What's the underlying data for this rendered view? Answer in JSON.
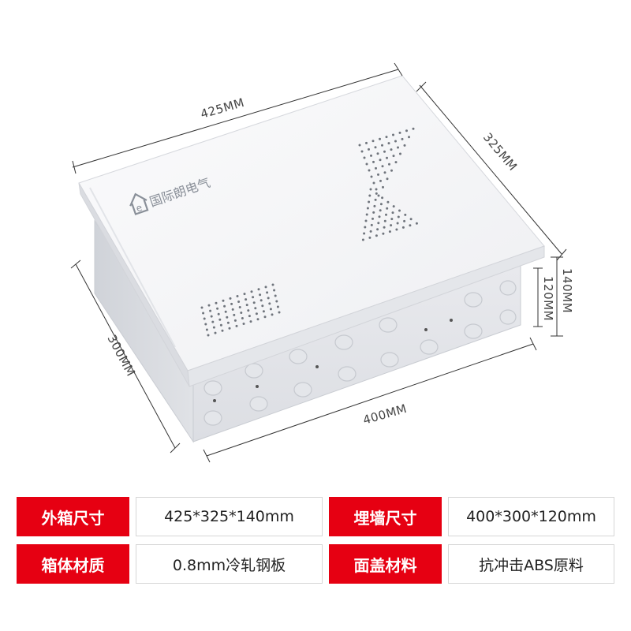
{
  "product": {
    "brand_text": "国际朗电气",
    "brand_logo": "house-e-logo-icon",
    "dimensions": {
      "top_width": "425MM",
      "top_depth": "325MM",
      "height_outer": "140MM",
      "height_inner": "120MM",
      "body_width": "400MM",
      "body_depth": "300MM"
    }
  },
  "specs": [
    {
      "label_left": "外箱尺寸",
      "value_left": "425*325*140mm",
      "label_right": "埋墙尺寸",
      "value_right": "400*300*120mm"
    },
    {
      "label_left": "箱体材质",
      "value_left": "0.8mm冷轧钢板",
      "label_right": "面盖材料",
      "value_right": "抗冲击ABS原料"
    }
  ],
  "colors": {
    "label_bg": "#e60012",
    "label_text": "#ffffff",
    "box_white": "#f4f5f7"
  }
}
